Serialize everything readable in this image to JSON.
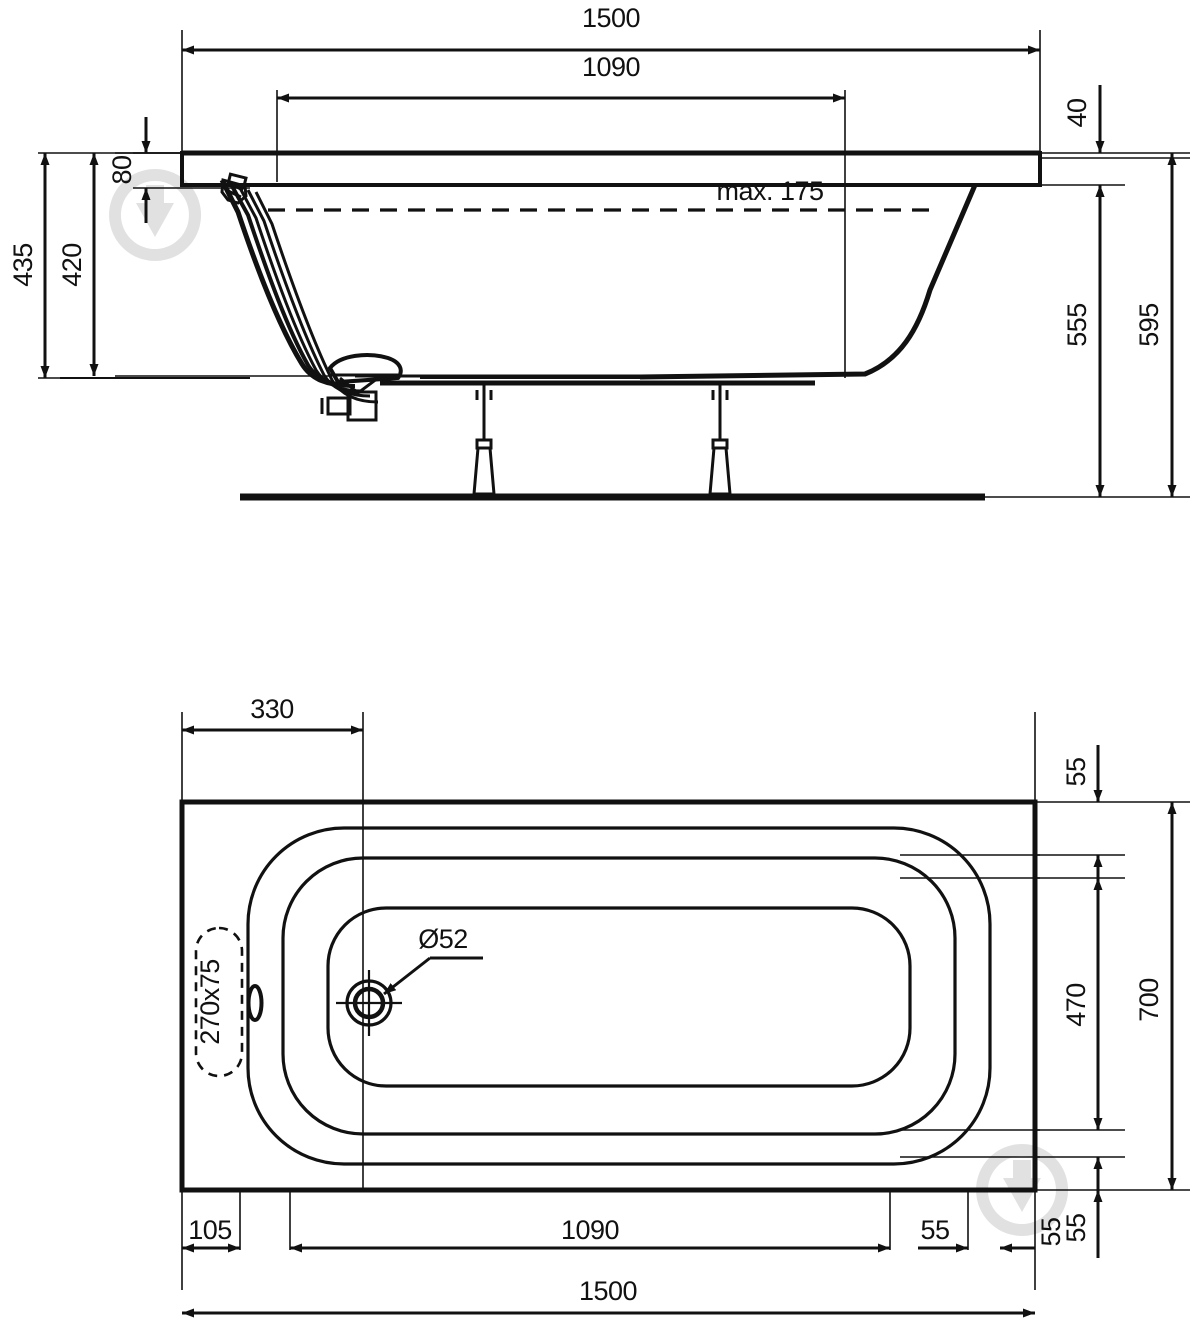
{
  "document": {
    "type": "technical-drawing",
    "subject": "rectangular bathtub 1500x700",
    "units": "mm",
    "views": [
      {
        "name": "section-elevation",
        "label": ""
      },
      {
        "name": "plan-top",
        "label": ""
      }
    ]
  },
  "elevation": {
    "dimensions": {
      "overall_length": "1500",
      "inner_length": "1090",
      "rim_thickness": "40",
      "rim_offset": "80",
      "total_height": "435",
      "inner_depth": "420",
      "water_level": "max. 175",
      "floor_to_rim_top": "595",
      "floor_to_rim_under": "555"
    }
  },
  "plan": {
    "dimensions": {
      "drain_offset": "330",
      "waste_slot": "270x75",
      "drain_diameter": "Ø52",
      "edge_top": "55",
      "edge_bottom": "55",
      "inner_width": "470",
      "overall_width": "700",
      "left_edge": "105",
      "inner_length": "1090",
      "right_edge": "55",
      "right_outer": "55",
      "overall_length": "1500"
    }
  },
  "colors": {
    "line": "#111111",
    "watermark": "#d8d8d8",
    "background": "#ffffff"
  }
}
